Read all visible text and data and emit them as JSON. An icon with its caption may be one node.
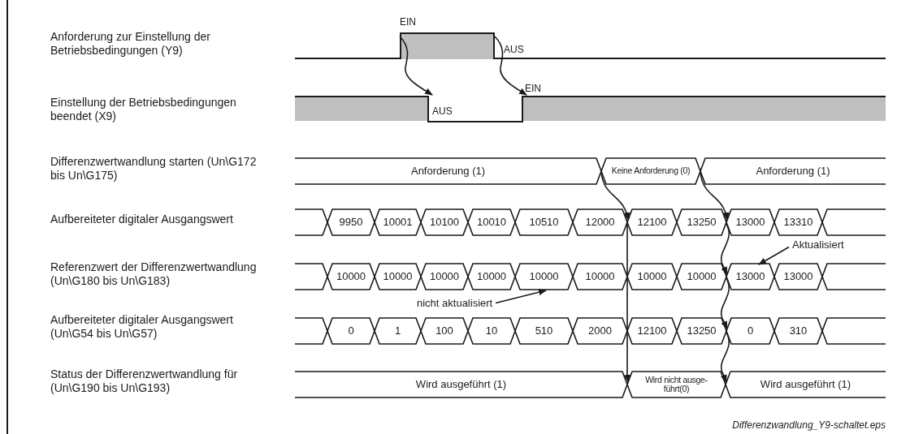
{
  "diagram": {
    "caption": "Differenzwandlung_Y9-schaltet.eps",
    "nodes": [
      {
        "text": [],
        "shape": "bar"
      },
      {
        "text": [],
        "shape": "bar"
      },
      {
        "text": [],
        "shape": "bar"
      },
      {
        "text": [],
        "shape": "bar"
      },
      {
        "text": [
          "Anforderung (1)"
        ]
      },
      {
        "text": [
          "Keine Anforderung (0)"
        ]
      },
      {
        "text": [
          "Anforderung (1)"
        ]
      },
      {
        "text": [
          "9950"
        ]
      },
      {
        "text": [
          "10001"
        ]
      },
      {
        "text": [
          "10100"
        ]
      },
      {
        "text": [
          "10010"
        ]
      },
      {
        "text": [
          "10510"
        ]
      },
      {
        "text": [
          "12000"
        ]
      },
      {
        "text": [
          "12100"
        ]
      },
      {
        "text": [
          "13250"
        ]
      },
      {
        "text": [
          "13000"
        ]
      },
      {
        "text": [
          "13310"
        ]
      },
      {
        "text": [
          "10000"
        ]
      },
      {
        "text": [
          "10000"
        ]
      },
      {
        "text": [
          "10000"
        ]
      },
      {
        "text": [
          "10000"
        ]
      },
      {
        "text": [
          "10000"
        ]
      },
      {
        "text": [
          "10000"
        ]
      },
      {
        "text": [
          "10000"
        ]
      },
      {
        "text": [
          "10000"
        ]
      },
      {
        "text": [
          "13000"
        ]
      },
      {
        "text": [
          "13000"
        ]
      },
      {
        "text": [
          "0"
        ]
      },
      {
        "text": [
          "1"
        ]
      },
      {
        "text": [
          "100"
        ]
      },
      {
        "text": [
          "10"
        ]
      },
      {
        "text": [
          "510"
        ]
      },
      {
        "text": [
          "2000"
        ]
      },
      {
        "text": [
          "12100"
        ]
      },
      {
        "text": [
          "13250"
        ]
      },
      {
        "text": [
          "0"
        ]
      },
      {
        "text": [
          "310"
        ]
      },
      {
        "text": [
          "Wird ausgeführt (1)"
        ]
      },
      {
        "text": [
          "Wird nicht ausge- führt(0)"
        ]
      },
      {
        "text": [
          "Wird ausgeführt (1)"
        ]
      },
      {
        "text": [
          "nicht aktualisiert"
        ]
      },
      {
        "text": [
          "Aktualisiert"
        ]
      }
    ],
    "edges": [
      {
        "from": 0,
        "to": 2,
        "arrow": "to"
      },
      {
        "from": 0,
        "to": 3,
        "arrow": "to"
      },
      {
        "from": 5,
        "to": 13,
        "arrow": "to"
      },
      {
        "from": 13,
        "to": 38,
        "arrow": "to"
      },
      {
        "from": 6,
        "to": 15,
        "arrow": "to"
      },
      {
        "from": 15,
        "to": 25,
        "arrow": "to"
      },
      {
        "from": 25,
        "to": 35,
        "arrow": "to"
      },
      {
        "from": 35,
        "to": 39,
        "arrow": "to"
      },
      {
        "from": 40,
        "to": 21,
        "arrow": "to"
      },
      {
        "from": 41,
        "to": 25,
        "arrow": "to"
      }
    ],
    "labels": [
      "Anforderung zur Einstellung der Betriebsbedingungen (Y9)",
      "Einstellung der Betriebsbedingungen beendet (X9)",
      "Differenzwertwandlung starten (Un\\G172 bis Un\\G175)",
      "Aufbereiteter digitaler Ausgangswert",
      "Referenzwert der Differenzwertwandlung (Un\\G180 bis Un\\G183)",
      "Aufbereiteter digitaler Ausgangswert (Un\\G54 bis Un\\G57)",
      "Status der Differenzwertwandlung für (Un\\G190 bis Un\\G193)",
      "EIN",
      "AUS",
      "EIN",
      "AUS"
    ]
  }
}
